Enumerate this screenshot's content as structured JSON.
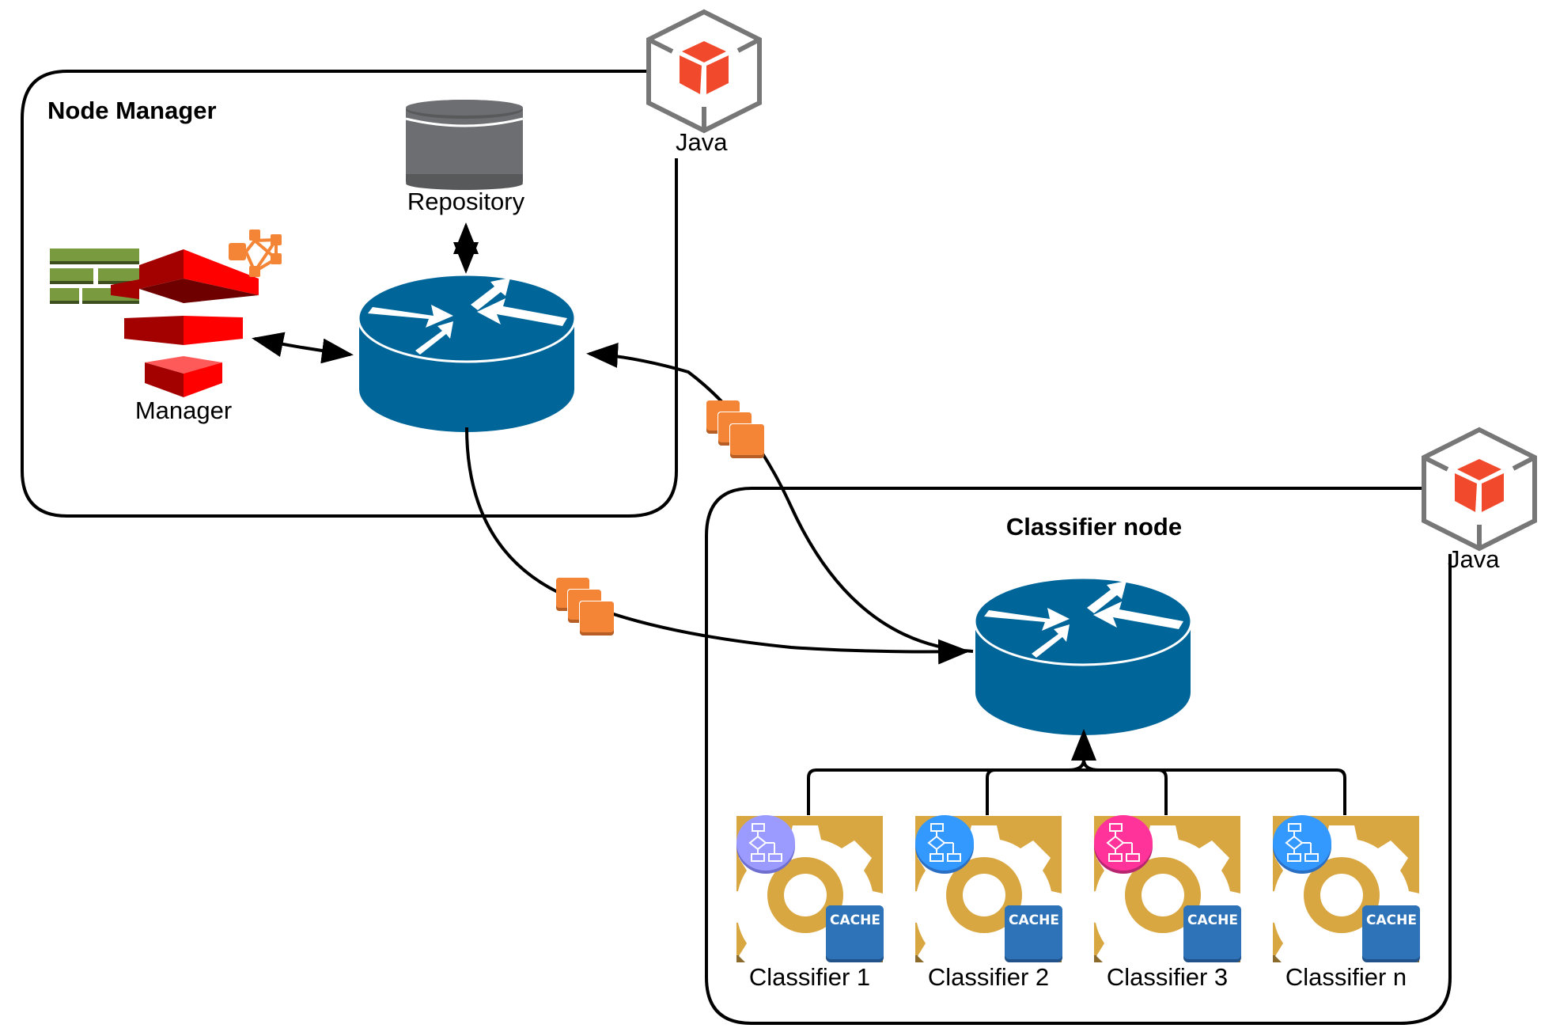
{
  "node_manager": {
    "title": "Node Manager",
    "runtime_label": "Java",
    "repository": {
      "label": "Repository",
      "icon": "database-icon"
    },
    "manager": {
      "label": "Manager",
      "icon": "manager-stack-icon"
    },
    "router": {
      "icon": "router-icon"
    }
  },
  "classifier_node": {
    "title": "Classifier node",
    "runtime_label": "Java",
    "router": {
      "icon": "router-icon"
    },
    "classifiers": [
      {
        "label": "Classifier 1",
        "badge_color": "#9b9bff",
        "badge_shadow": "#6f6fd0",
        "cache_label": "CACHE"
      },
      {
        "label": "Classifier 2",
        "badge_color": "#3399ff",
        "badge_shadow": "#2a6fc4",
        "cache_label": "CACHE"
      },
      {
        "label": "Classifier 3",
        "badge_color": "#ff3399",
        "badge_shadow": "#b82670",
        "cache_label": "CACHE"
      },
      {
        "label": "Classifier n",
        "badge_color": "#3399ff",
        "badge_shadow": "#2a6fc4",
        "cache_label": "CACHE"
      }
    ]
  },
  "colors": {
    "router": "#006699",
    "java_cube": "#f0492b",
    "java_frame": "#777777",
    "queue": "#f58536",
    "queue_shadow": "#b65e24",
    "classifier_bg": "#d9a741",
    "classifier_base": "#8a6b2c",
    "cache": "#2e73b8",
    "database": "#6d6e71",
    "firewall": "#7a9a3f",
    "manager_red": "#ff0000",
    "manager_dark": "#a30000"
  },
  "connections": [
    {
      "from": "manager",
      "to": "node-manager-router",
      "type": "bidirectional"
    },
    {
      "from": "repository",
      "to": "node-manager-router",
      "type": "bidirectional"
    },
    {
      "from": "classifier-node-router",
      "to": "node-manager-router",
      "type": "queue",
      "arrow": "to"
    },
    {
      "from": "node-manager-router",
      "to": "classifier-node-router",
      "type": "queue",
      "arrow": "to"
    },
    {
      "from": "classifiers",
      "to": "classifier-node-router",
      "type": "bus",
      "arrow": "to"
    }
  ]
}
